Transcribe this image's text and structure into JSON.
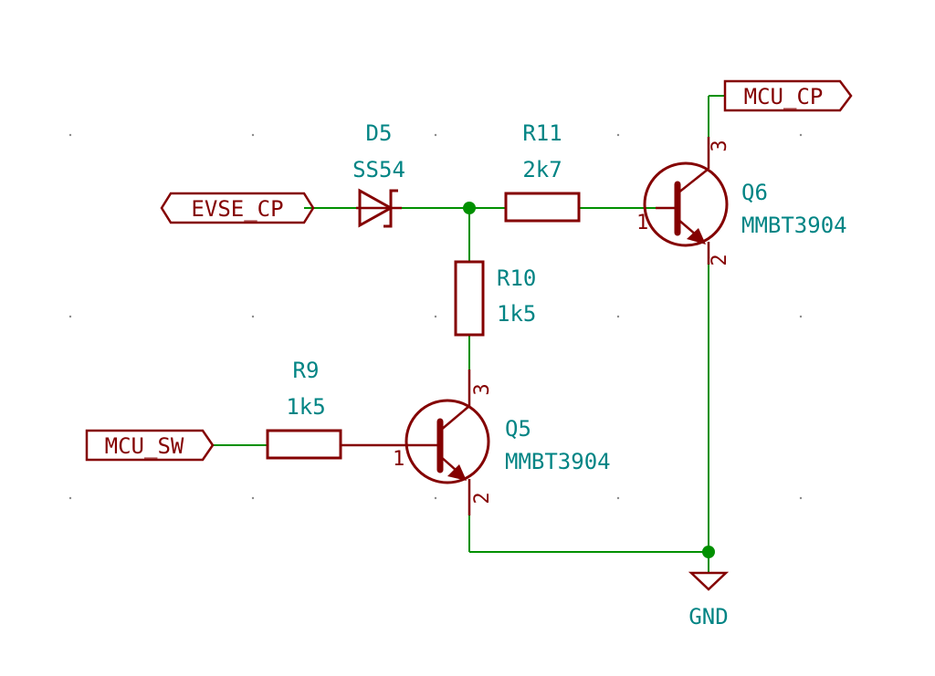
{
  "colors": {
    "wire": "#009000",
    "component": "#840000",
    "reference_text": "#008484",
    "background": "#ffffff"
  },
  "labels": {
    "evse_cp": "EVSE_CP",
    "mcu_cp": "MCU_CP",
    "mcu_sw": "MCU_SW",
    "gnd": "GND"
  },
  "components": {
    "d5": {
      "ref": "D5",
      "value": "SS54"
    },
    "r11": {
      "ref": "R11",
      "value": "2k7"
    },
    "r10": {
      "ref": "R10",
      "value": "1k5"
    },
    "r9": {
      "ref": "R9",
      "value": "1k5"
    },
    "q6": {
      "ref": "Q6",
      "value": "MMBT3904",
      "pin_base": "1",
      "pin_emitter": "2",
      "pin_collector": "3"
    },
    "q5": {
      "ref": "Q5",
      "value": "MMBT3904",
      "pin_base": "1",
      "pin_emitter": "2",
      "pin_collector": "3"
    }
  },
  "icons": {
    "ground": "ground-symbol-icon",
    "diode": "schottky-diode-icon",
    "transistor": "npn-transistor-icon",
    "resistor": "resistor-icon"
  }
}
